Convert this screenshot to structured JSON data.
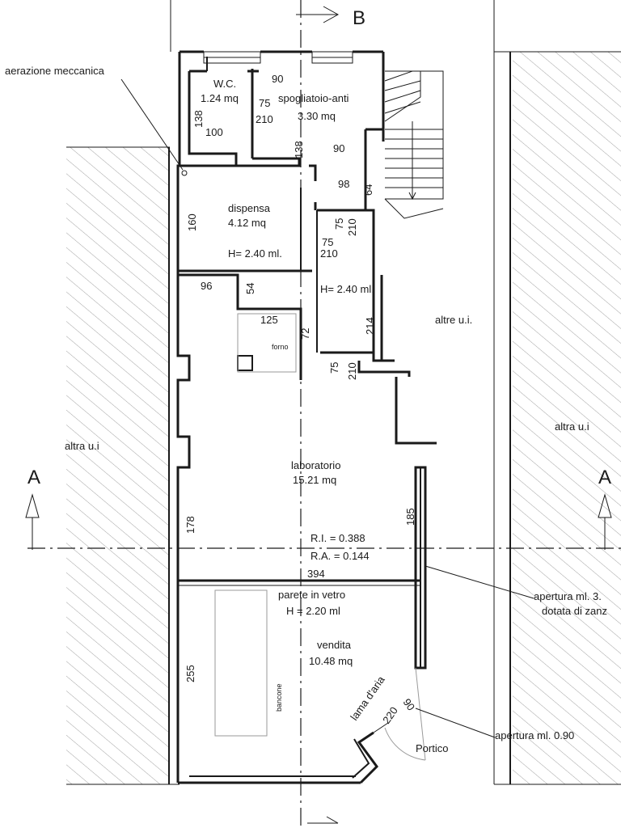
{
  "section_markers": {
    "top": "B",
    "left": "A",
    "right": "A"
  },
  "labels": {
    "aerazione": "aerazione meccanica",
    "wc_name": "W.C.",
    "wc_area": "1.24 mq",
    "spogliatoio_name": "spogliatoio-anti",
    "spogliatoio_area": "3.30 mq",
    "dispensa_name": "dispensa",
    "dispensa_area": "4.12 mq",
    "dispensa_h": "H= 2.40 ml.",
    "corridor_h": "H= 2.40 ml.",
    "forno": "forno",
    "altre_ui": "altre u.i.",
    "altra_ui_left": "altra u.i",
    "altra_ui_right": "altra u.i",
    "laboratorio_name": "laboratorio",
    "laboratorio_area": "15.21 mq",
    "ri": "R.I. = 0.388",
    "ra": "R.A. = 0.144",
    "parete_name": "parete in vetro",
    "parete_h": "H = 2.20 ml",
    "vendita_name": "vendita",
    "vendita_area": "10.48 mq",
    "bancone": "bancone",
    "lama_aria": "lama d'aria",
    "portico": "Portico",
    "apertura_1_line1": "apertura ml. 3.",
    "apertura_1_line2": "dotata di zanz",
    "apertura_2": "apertura ml. 0.90"
  },
  "dimensions": {
    "d_90_top": "90",
    "d_138_wc": "138",
    "d_75_wc": "75",
    "d_210_wc": "210",
    "d_100": "100",
    "d_138_mid": "138",
    "d_90_mid": "90",
    "d_98": "98",
    "d_64": "64",
    "d_160": "160",
    "d_75_a": "75",
    "d_210_a": "210",
    "d_75_b": "75",
    "d_210_b": "210",
    "d_96": "96",
    "d_54": "54",
    "d_125": "125",
    "d_72": "72",
    "d_214": "214",
    "d_75_c": "75",
    "d_210_c": "210",
    "d_178": "178",
    "d_185": "185",
    "d_394": "394",
    "d_255": "255",
    "d_90_door": "90",
    "d_220": "220"
  }
}
